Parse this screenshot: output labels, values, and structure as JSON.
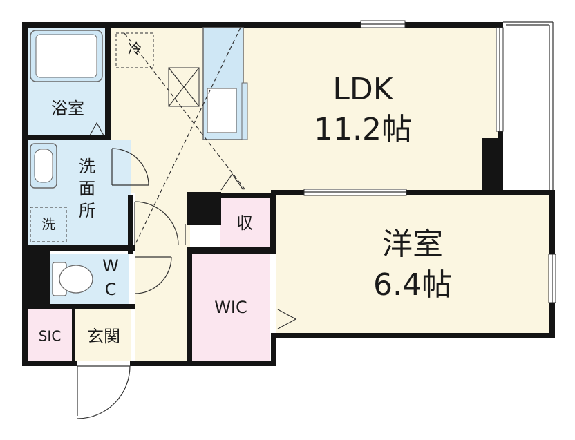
{
  "rooms": {
    "ldk_name": "LDK",
    "ldk_size": "11.2帖",
    "western_name": "洋室",
    "western_size": "6.4帖",
    "bath": "浴室",
    "wash_1": "洗",
    "wash_2": "面",
    "wash_3": "所",
    "wc_1": "W",
    "wc_2": "C",
    "wic": "WIC",
    "storage": "収",
    "sic": "SIC",
    "entrance": "玄関"
  },
  "fixtures": {
    "fridge": "冷",
    "washer": "洗"
  },
  "colors": {
    "wall": "#141414",
    "wood_floor": "#fbf6e1",
    "wet_area": "#d8ecf7",
    "closet": "#fbe6ef"
  }
}
